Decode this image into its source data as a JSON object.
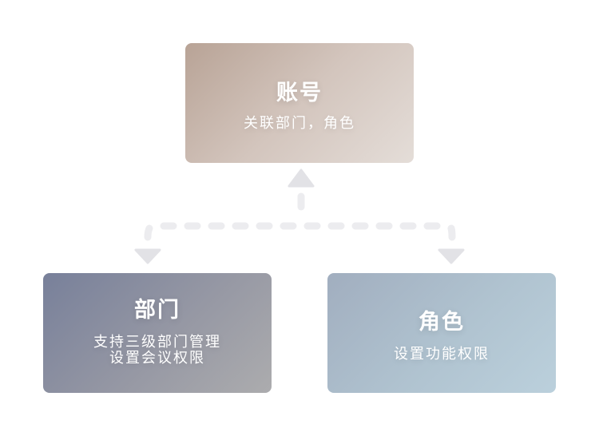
{
  "diagram": {
    "nodes": [
      {
        "id": "account",
        "title": "账号",
        "description": [
          "关联部门，角色"
        ]
      },
      {
        "id": "department",
        "title": "部门",
        "description": [
          "支持三级部门管理",
          "设置会议权限"
        ]
      },
      {
        "id": "role",
        "title": "角色",
        "description": [
          "设置功能权限"
        ]
      }
    ],
    "edges": [
      {
        "from": "department",
        "to": "account",
        "style": "dashed",
        "arrow": "up"
      },
      {
        "from": "account",
        "to": "department",
        "style": "dashed",
        "arrow": "down"
      },
      {
        "from": "account",
        "to": "role",
        "style": "dashed",
        "arrow": "down"
      }
    ],
    "colors": {
      "connector": "#e4e4e8",
      "account_gradient": [
        "#b8a396",
        "#e4ddd8"
      ],
      "department_gradient": [
        "#78809a",
        "#acacae"
      ],
      "role_gradient": [
        "#a1aebf",
        "#bbd0dc"
      ],
      "text": "#ffffff"
    }
  }
}
